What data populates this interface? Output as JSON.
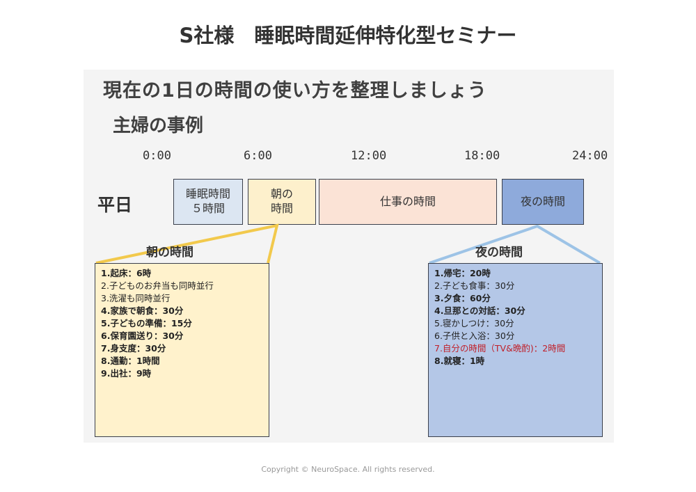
{
  "title": "S社様　睡眠時間延伸特化型セミナー",
  "heading": "現在の1日の時間の使い方を整理しましょう",
  "subheading": "主婦の事例",
  "timeline": {
    "ticks": [
      "0:00",
      "6:00",
      "12:00",
      "18:00",
      "24:00"
    ],
    "row_label": "平日",
    "blocks": [
      {
        "line1": "睡眠時間",
        "line2": "５時間"
      },
      {
        "line1": "朝の",
        "line2": "時間"
      },
      {
        "line1": "仕事の時間"
      },
      {
        "line1": "夜の時間"
      }
    ]
  },
  "morning": {
    "label": "朝の時間",
    "items": [
      {
        "text": "1.起床：6時",
        "bold": true
      },
      {
        "text": "2.子どものお弁当も同時並行",
        "bold": false
      },
      {
        "text": "3.洗濯も同時並行",
        "bold": false
      },
      {
        "text": "4.家族で朝食：30分",
        "bold": true
      },
      {
        "text": "5.子どもの準備：15分",
        "bold": true
      },
      {
        "text": "6.保育園送り：30分",
        "bold": true
      },
      {
        "text": "7.身支度：30分",
        "bold": true
      },
      {
        "text": "8.通勤：1時間",
        "bold": true
      },
      {
        "text": "9.出社：9時",
        "bold": true
      }
    ]
  },
  "night": {
    "label": "夜の時間",
    "items": [
      {
        "text": "1.帰宅：20時",
        "bold": true
      },
      {
        "text": "2.子ども食事：30分",
        "bold": false
      },
      {
        "text": "3.夕食：60分",
        "bold": true
      },
      {
        "text": "4.旦那との対話：30分",
        "bold": true
      },
      {
        "text": "5.寝かしつけ：30分",
        "bold": false
      },
      {
        "text": "6.子供と入浴：30分",
        "bold": false
      },
      {
        "text": "7.自分の時間（TV&晩酌)：2時間",
        "bold": false,
        "color": "#c0202a"
      },
      {
        "text": "8.就寝：1時",
        "bold": true
      }
    ]
  },
  "copyright": "Copyright © NeuroSpace. All rights reserved."
}
